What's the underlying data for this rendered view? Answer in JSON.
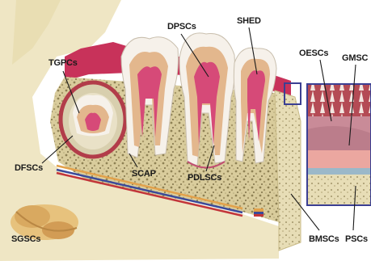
{
  "labels": {
    "tgpcs": "TGPCs",
    "dpscs": "DPSCs",
    "shed": "SHED",
    "oescs": "OESCs",
    "gmscs": "GMSC",
    "dfscs": "DFSCs",
    "scap": "SCAP",
    "pdlscs": "PDLSCs",
    "sgscs": "SGSCs",
    "bmscs": "BMSCs",
    "pscs": "PSCs"
  },
  "colors": {
    "bone_cream": "#efe6c4",
    "cancellous_bone": "#d9cc9c",
    "gingiva_pink": "#c8325a",
    "enamel": "#f6f1ea",
    "dentin": "#e3b78d",
    "pulp": "#d64a78",
    "inset_border": "#3b3f93",
    "periosteum": "#e7a79f",
    "salivary_gland": "#e7c27d"
  }
}
